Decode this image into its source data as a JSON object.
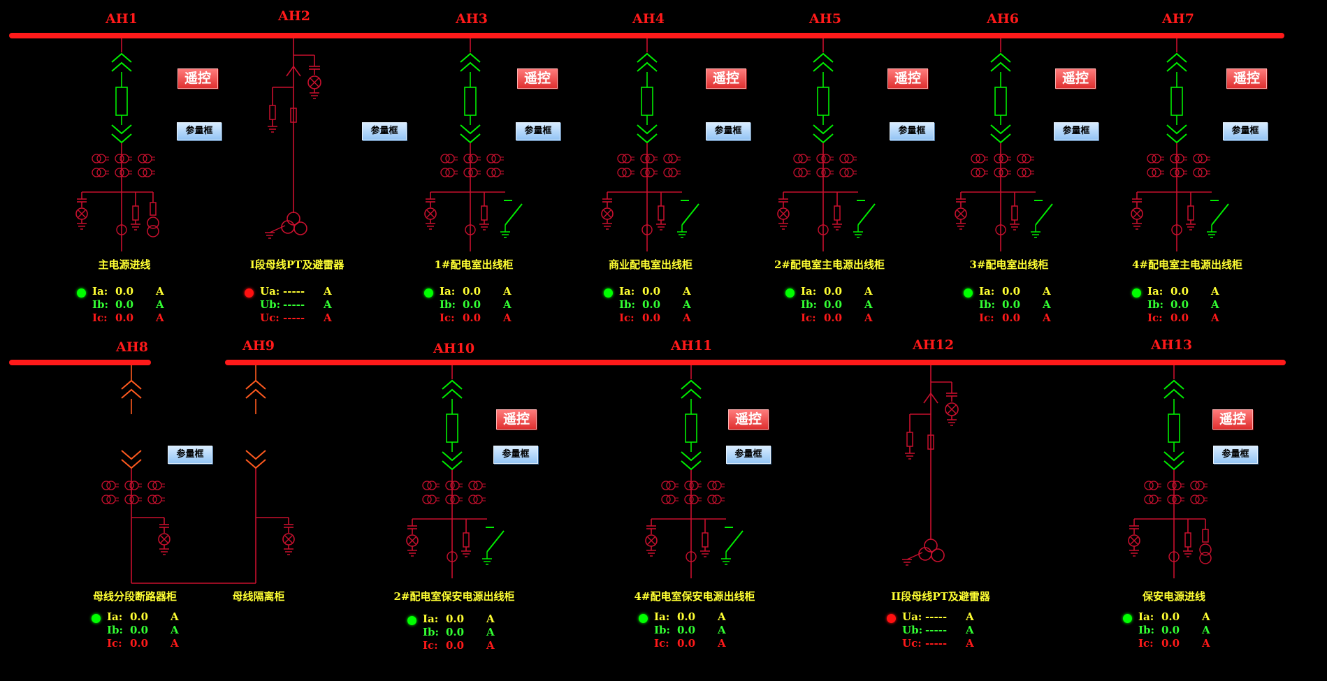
{
  "colors": {
    "background": "#000000",
    "busbar": "#ff1a1a",
    "closed": "#00ee00",
    "open_line": "#c8102e",
    "isolated": "#ff5a1f",
    "cabinet_name": "#ffff33",
    "phase_a": "#ffff33",
    "phase_b": "#33ff33",
    "phase_c": "#ff1a1a",
    "status_ok": "#00ff00",
    "status_alarm": "#ff1010"
  },
  "buttons": {
    "remote_label": "遥控",
    "param_label": "参量框"
  },
  "cabinets": [
    {
      "id": "AH1",
      "name": "主电源进线",
      "type": "incomer",
      "remote": true,
      "status": "green",
      "meas": [
        {
          "n": "Ia:",
          "v": "0.0",
          "u": "A"
        },
        {
          "n": "Ib:",
          "v": "0.0",
          "u": "A"
        },
        {
          "n": "Ic:",
          "v": "0.0",
          "u": "A"
        }
      ]
    },
    {
      "id": "AH2",
      "name": "I段母线PT及避雷器",
      "type": "pt",
      "remote": false,
      "status": "red",
      "meas": [
        {
          "n": "Ua:",
          "v": "-----",
          "u": "A"
        },
        {
          "n": "Ub:",
          "v": "-----",
          "u": "A"
        },
        {
          "n": "Uc:",
          "v": "-----",
          "u": "A"
        }
      ]
    },
    {
      "id": "AH3",
      "name": "1#配电室出线柜",
      "type": "feeder",
      "remote": true,
      "status": "green",
      "meas": [
        {
          "n": "Ia:",
          "v": "0.0",
          "u": "A"
        },
        {
          "n": "Ib:",
          "v": "0.0",
          "u": "A"
        },
        {
          "n": "Ic:",
          "v": "0.0",
          "u": "A"
        }
      ]
    },
    {
      "id": "AH4",
      "name": "商业配电室出线柜",
      "type": "feeder",
      "remote": true,
      "status": "green",
      "meas": [
        {
          "n": "Ia:",
          "v": "0.0",
          "u": "A"
        },
        {
          "n": "Ib:",
          "v": "0.0",
          "u": "A"
        },
        {
          "n": "Ic:",
          "v": "0.0",
          "u": "A"
        }
      ]
    },
    {
      "id": "AH5",
      "name": "2#配电室主电源出线柜",
      "type": "feeder",
      "remote": true,
      "status": "green",
      "meas": [
        {
          "n": "Ia:",
          "v": "0.0",
          "u": "A"
        },
        {
          "n": "Ib:",
          "v": "0.0",
          "u": "A"
        },
        {
          "n": "Ic:",
          "v": "0.0",
          "u": "A"
        }
      ]
    },
    {
      "id": "AH6",
      "name": "3#配电室出线柜",
      "type": "feeder",
      "remote": true,
      "status": "green",
      "meas": [
        {
          "n": "Ia:",
          "v": "0.0",
          "u": "A"
        },
        {
          "n": "Ib:",
          "v": "0.0",
          "u": "A"
        },
        {
          "n": "Ic:",
          "v": "0.0",
          "u": "A"
        }
      ]
    },
    {
      "id": "AH7",
      "name": "4#配电室主电源出线柜",
      "type": "feeder",
      "remote": true,
      "status": "green",
      "meas": [
        {
          "n": "Ia:",
          "v": "0.0",
          "u": "A"
        },
        {
          "n": "Ib:",
          "v": "0.0",
          "u": "A"
        },
        {
          "n": "Ic:",
          "v": "0.0",
          "u": "A"
        }
      ]
    },
    {
      "id": "AH8",
      "name": "母线分段断路器柜",
      "type": "tie",
      "remote": false,
      "status": "green",
      "meas": [
        {
          "n": "Ia:",
          "v": "0.0",
          "u": "A"
        },
        {
          "n": "Ib:",
          "v": "0.0",
          "u": "A"
        },
        {
          "n": "Ic:",
          "v": "0.0",
          "u": "A"
        }
      ]
    },
    {
      "id": "AH9",
      "name": "母线隔离柜",
      "type": "isolator",
      "remote": false,
      "status": null,
      "meas": []
    },
    {
      "id": "AH10",
      "name": "2#配电室保安电源出线柜",
      "type": "feeder",
      "remote": true,
      "status": "green",
      "meas": [
        {
          "n": "Ia:",
          "v": "0.0",
          "u": "A"
        },
        {
          "n": "Ib:",
          "v": "0.0",
          "u": "A"
        },
        {
          "n": "Ic:",
          "v": "0.0",
          "u": "A"
        }
      ]
    },
    {
      "id": "AH11",
      "name": "4#配电室保安电源出线柜",
      "type": "feeder",
      "remote": true,
      "status": "green",
      "meas": [
        {
          "n": "Ia:",
          "v": "0.0",
          "u": "A"
        },
        {
          "n": "Ib:",
          "v": "0.0",
          "u": "A"
        },
        {
          "n": "Ic:",
          "v": "0.0",
          "u": "A"
        }
      ]
    },
    {
      "id": "AH12",
      "name": "II段母线PT及避雷器",
      "type": "pt",
      "remote": false,
      "status": "red",
      "meas": [
        {
          "n": "Ua:",
          "v": "-----",
          "u": "A"
        },
        {
          "n": "Ub:",
          "v": "-----",
          "u": "A"
        },
        {
          "n": "Uc:",
          "v": "-----",
          "u": "A"
        }
      ]
    },
    {
      "id": "AH13",
      "name": "保安电源进线",
      "type": "incomer",
      "remote": true,
      "status": "green",
      "meas": [
        {
          "n": "Ia:",
          "v": "0.0",
          "u": "A"
        },
        {
          "n": "Ib:",
          "v": "0.0",
          "u": "A"
        },
        {
          "n": "Ic:",
          "v": "0.0",
          "u": "A"
        }
      ]
    }
  ]
}
